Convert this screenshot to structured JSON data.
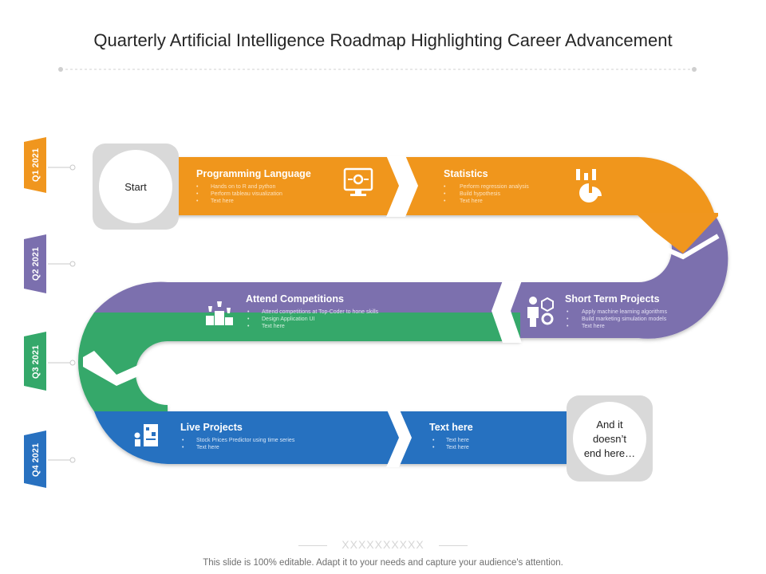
{
  "title": "Quarterly Artificial Intelligence Roadmap Highlighting Career Advancement",
  "footer": "This slide is 100% editable. Adapt it to your needs and capture your audience's attention.",
  "footer_mark": "XXXXXXXXXX",
  "colors": {
    "orange": "#f0961e",
    "purple": "#7b6fae",
    "green": "#34a86a",
    "blue": "#2871c0",
    "grey": "#d9d9d9"
  },
  "start_label": "Start",
  "end_label": [
    "And it",
    "doesn’t",
    "end here…"
  ],
  "quarters": [
    "Q1 2021",
    "Q2 2021",
    "Q3 2021",
    "Q4 2021"
  ],
  "steps": {
    "programming": {
      "title": "Programming Language",
      "icon": "monitor-gear-icon",
      "bullets": [
        "Hands on to R and python",
        "Perform tableau visualization",
        "Text here"
      ]
    },
    "statistics": {
      "title": "Statistics",
      "icon": "pie-chart-icon",
      "bullets": [
        "Perform regression analysis",
        "Build hypothesis",
        "Text here"
      ]
    },
    "short_term": {
      "title": "Short Term Projects",
      "icon": "person-cube-gear-icon",
      "bullets": [
        "Apply machine learning algorithms",
        "Build marketing simulation models",
        "Text here"
      ]
    },
    "competitions": {
      "title": "Attend Competitions",
      "icon": "podium-trophy-icon",
      "bullets": [
        "Attend competitions at Top-Coder to hone skills",
        "Design Application UI",
        "Text here"
      ]
    },
    "live": {
      "title": "Live Projects",
      "icon": "presenter-board-icon",
      "bullets": [
        "Stock Prices Predictor using time series",
        "Text here"
      ]
    },
    "text_here": {
      "title": "Text here",
      "bullets": [
        "Text here",
        "Text here"
      ]
    }
  }
}
